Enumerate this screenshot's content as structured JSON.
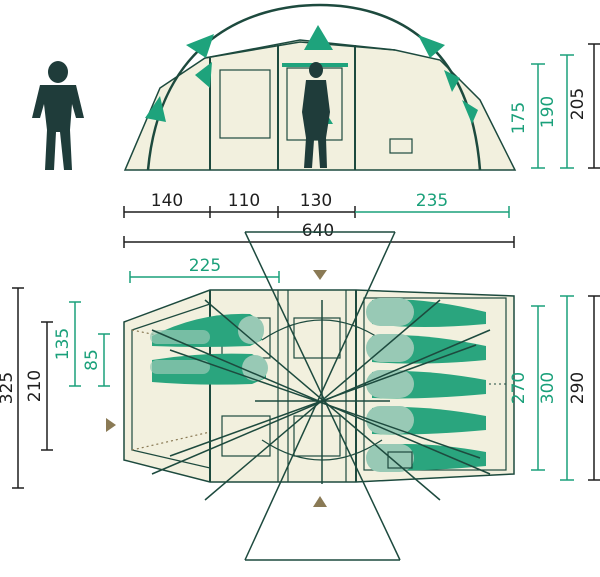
{
  "colors": {
    "fabric": "#f2f0de",
    "fabric_shade": "#e8e6cf",
    "pole_dark": "#1d4a3e",
    "accent_green": "#1ea37c",
    "sleeping_bag": "#2aa57e",
    "sleeping_bag_light": "#98c9b5",
    "dimension_dark": "#1f1f1f",
    "dimension_green": "#1aa07a",
    "person": "#1f3c3a",
    "marker": "#8a7a55"
  },
  "side_view": {
    "heights": {
      "h1": "175",
      "h2": "190",
      "h3": "205"
    }
  },
  "widths": {
    "w1": "140",
    "w2": "110",
    "w3": "130",
    "w4": "235",
    "total": "640"
  },
  "floor_plan": {
    "cabin_length": "225",
    "left": {
      "l1": "325",
      "l2": "210",
      "l3": "135",
      "l4": "85"
    },
    "right": {
      "r1": "270",
      "r2": "300",
      "r3": "290"
    }
  }
}
